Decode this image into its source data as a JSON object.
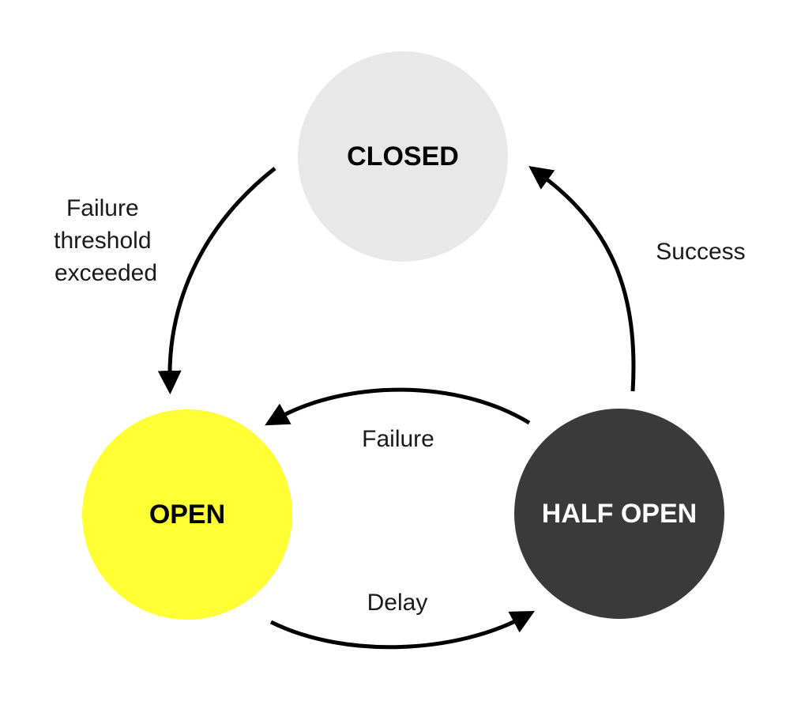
{
  "states": {
    "closed": {
      "label": "CLOSED",
      "fill": "#e8e8e8",
      "text_color": "#000000"
    },
    "open": {
      "label": "OPEN",
      "fill": "#ffff33",
      "text_color": "#000000"
    },
    "half_open": {
      "label": "HALF OPEN",
      "fill": "#3a3a3a",
      "text_color": "#ffffff"
    }
  },
  "transitions": {
    "closed_to_open": {
      "label_lines": [
        "Failure",
        "threshold",
        "exceeded"
      ]
    },
    "half_open_to_closed": {
      "label": "Success"
    },
    "half_open_to_open": {
      "label": "Failure"
    },
    "open_to_half_open": {
      "label": "Delay"
    }
  },
  "colors": {
    "arrow": "#000000",
    "background": "#ffffff"
  }
}
